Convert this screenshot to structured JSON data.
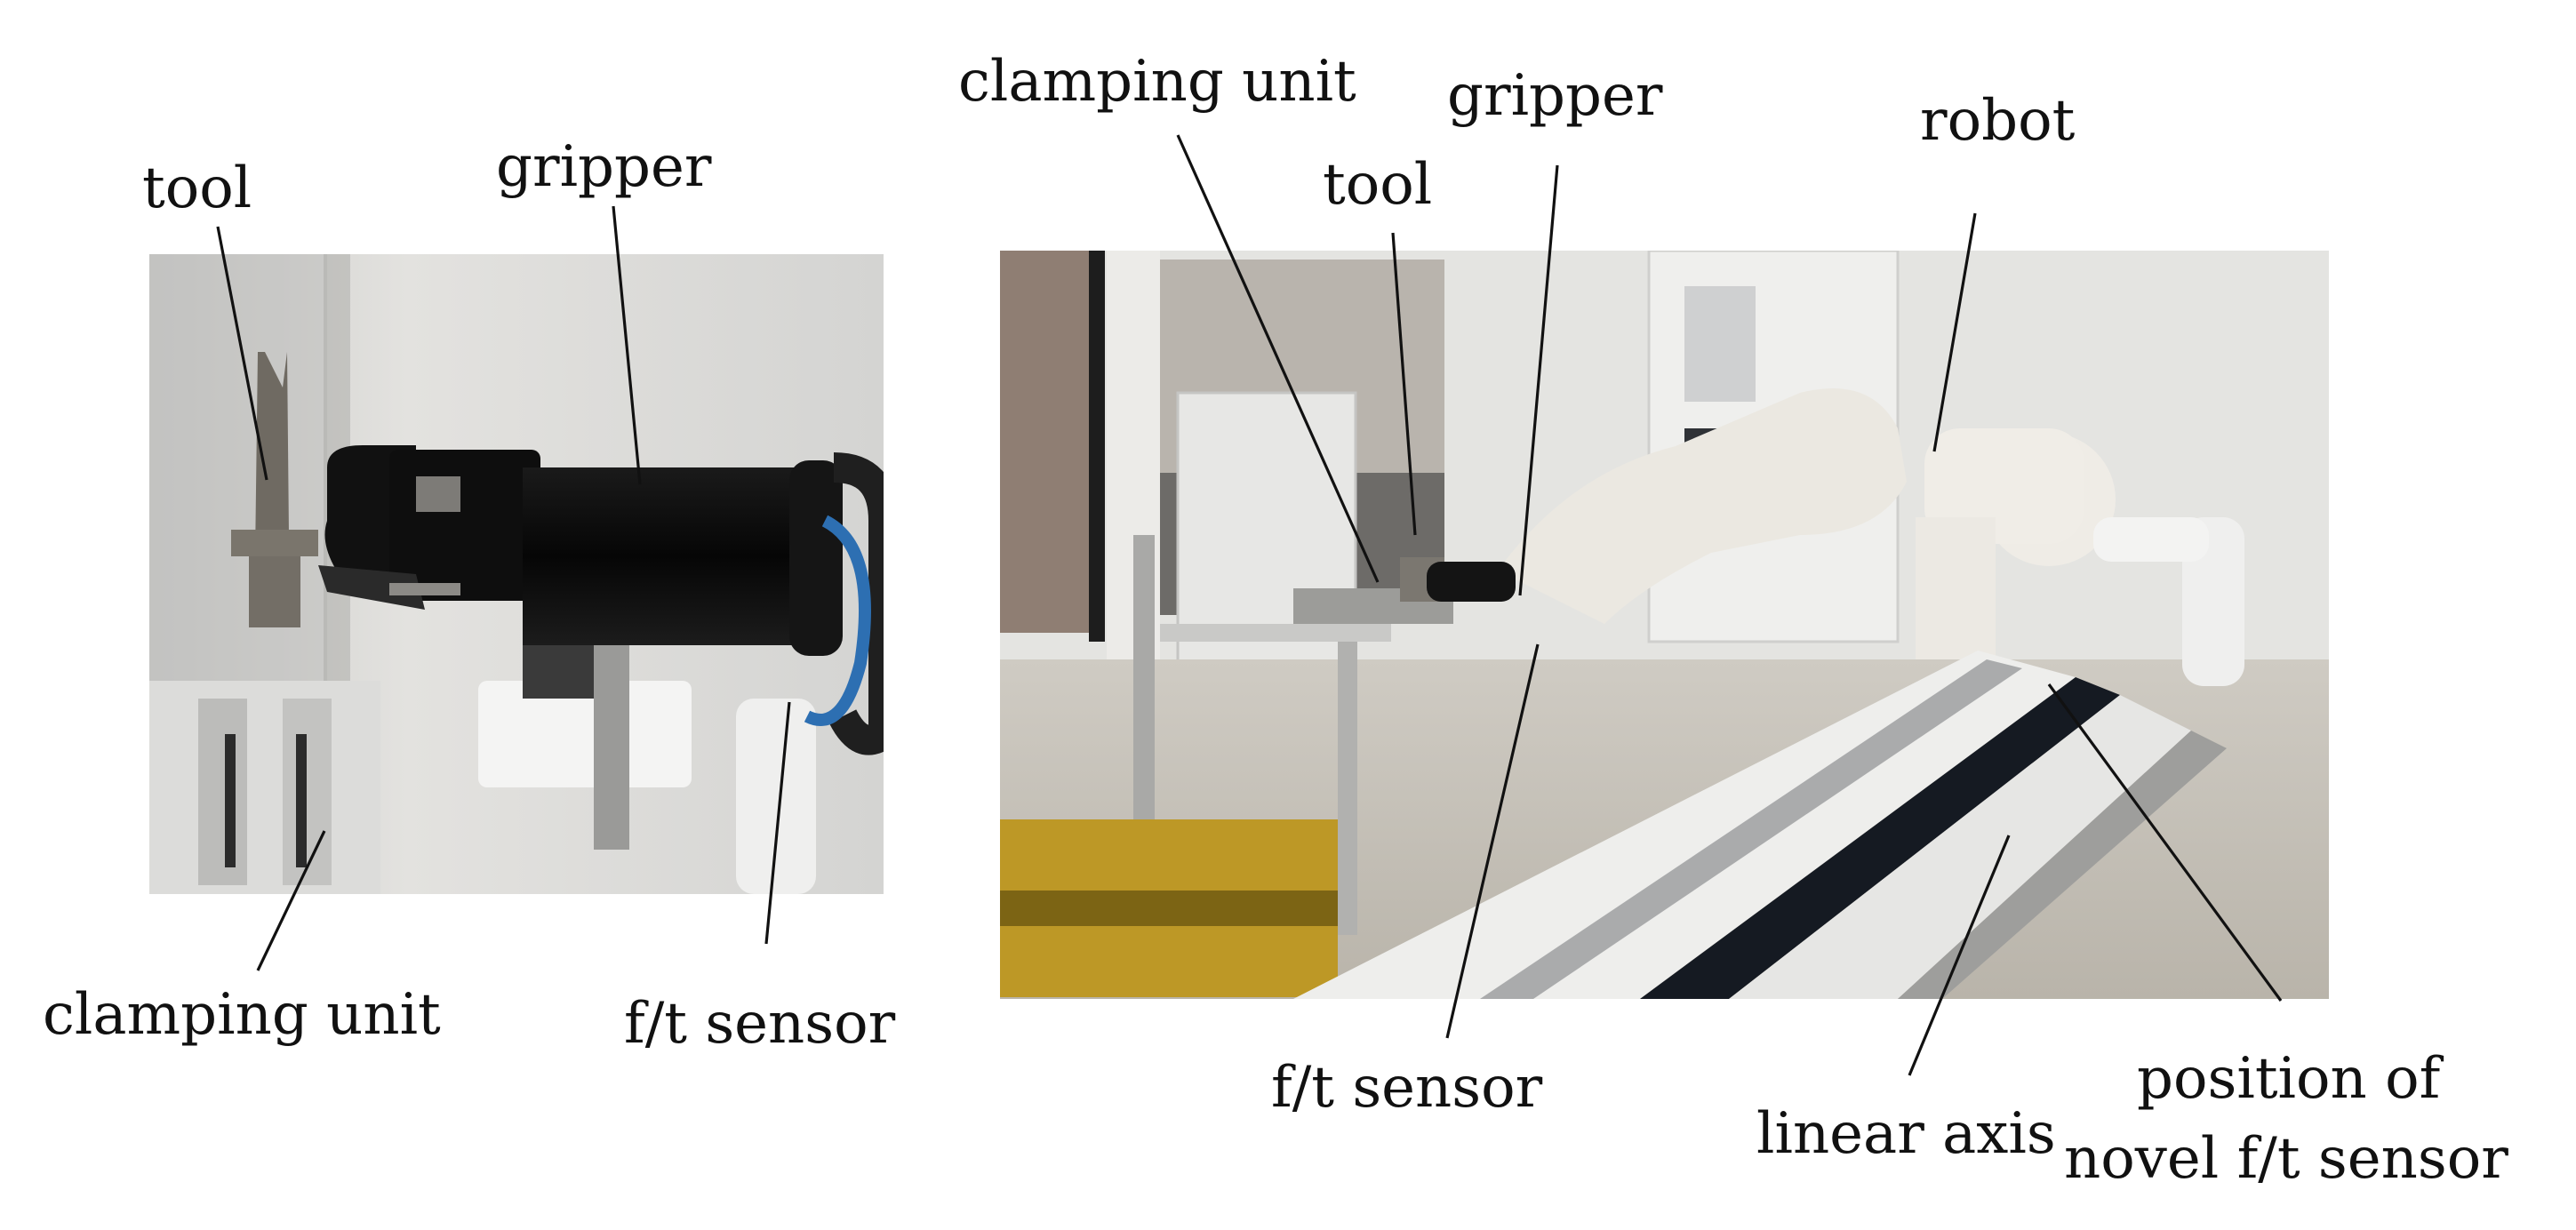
{
  "figure": {
    "left_panel": {
      "labels": {
        "tool": "tool",
        "gripper": "gripper",
        "clamping_unit": "clamping unit",
        "ft_sensor": "f/t sensor"
      }
    },
    "right_panel": {
      "labels": {
        "clamping_unit": "clamping unit",
        "gripper": "gripper",
        "tool": "tool",
        "robot": "robot",
        "ft_sensor": "f/t sensor",
        "linear_axis": "linear axis",
        "novel_ft_sensor_line1": "position of",
        "novel_ft_sensor_line2": "novel f/t sensor"
      }
    }
  }
}
